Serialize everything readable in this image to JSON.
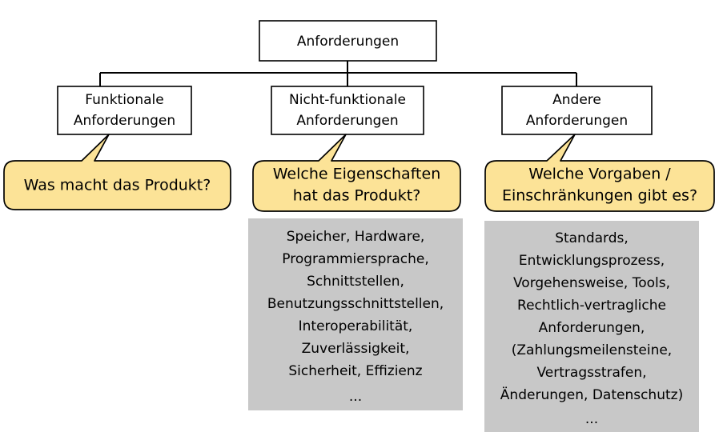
{
  "diagram": {
    "type": "tree-with-callouts",
    "colors": {
      "background": "#ffffff",
      "node_fill": "#ffffff",
      "node_stroke": "#000000",
      "callout_fill": "#fce397",
      "callout_stroke": "#000000",
      "panel_fill": "#c8c8c8",
      "text": "#000000"
    },
    "root": {
      "label": "Anforderungen"
    },
    "branches": [
      {
        "id": "functional",
        "node_lines": [
          "Funktionale",
          "Anforderungen"
        ],
        "callout_lines": [
          "Was macht das Produkt?"
        ],
        "panel_lines": []
      },
      {
        "id": "non-functional",
        "node_lines": [
          "Nicht-funktionale",
          "Anforderungen"
        ],
        "callout_lines": [
          "Welche Eigenschaften",
          "hat das Produkt?"
        ],
        "panel_lines": [
          "Speicher, Hardware,",
          "Programmiersprache,",
          "Schnittstellen,",
          "Benutzungsschnittstellen,",
          "Interoperabilität,",
          "Zuverlässigkeit,",
          "Sicherheit, Effizienz",
          "",
          "..."
        ]
      },
      {
        "id": "other",
        "node_lines": [
          "Andere",
          "Anforderungen"
        ],
        "callout_lines": [
          "Welche Vorgaben /",
          "Einschränkungen gibt es?"
        ],
        "panel_lines": [
          "Standards,",
          "Entwicklungsprozess,",
          "Vorgehensweise, Tools,",
          "Rechtlich-vertragliche",
          "Anforderungen,",
          "(Zahlungsmeilensteine,",
          "Vertragsstrafen,",
          "Änderungen, Datenschutz)",
          "",
          "..."
        ]
      }
    ]
  }
}
